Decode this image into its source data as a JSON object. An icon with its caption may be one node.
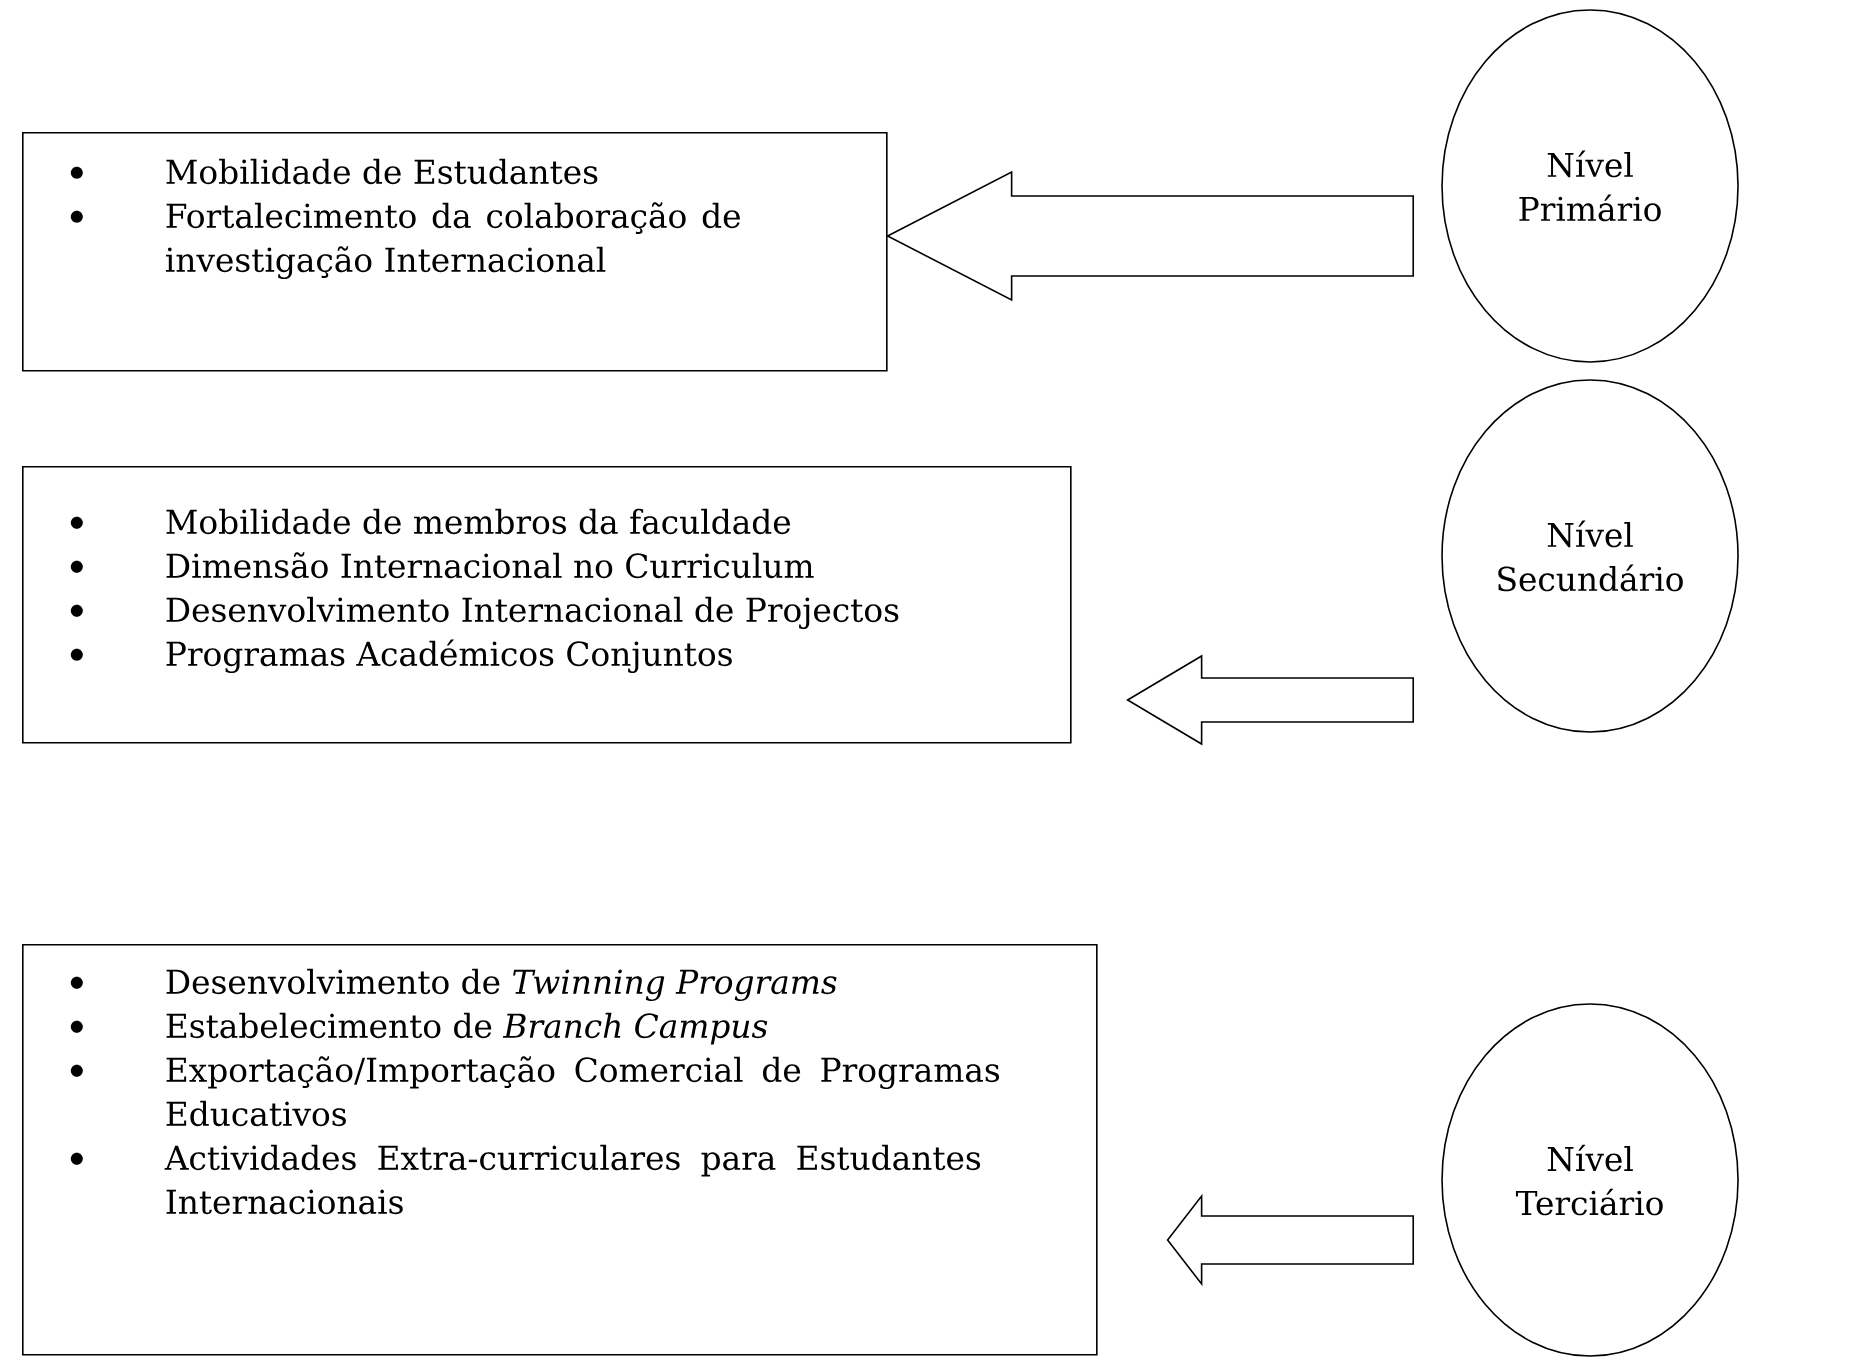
{
  "diagram": {
    "nodes": [
      {
        "text": [
          "Mobilidade de Estudantes",
          "Fortalecimento da colaboração de investigação Internacional"
        ]
      },
      {
        "text": [
          "Nível Primário"
        ]
      },
      {
        "text": [
          "Mobilidade de membros da faculdade",
          "Dimensão Internacional no Curriculum",
          "Desenvolvimento Internacional de Projectos",
          "Programas Académicos Conjuntos"
        ]
      },
      {
        "text": [
          "Nível Secundário"
        ]
      },
      {
        "text": [
          "Desenvolvimento de *Twinning Programs*",
          "Estabelecimento de *Branch Campus*",
          "Exportação/Importação Comercial de Programas Educativos",
          "Actividades Extra-curriculares para Estudantes Internacionais"
        ]
      },
      {
        "text": [
          "Nível Terciário"
        ]
      }
    ],
    "edges": [
      {
        "from": 1,
        "to": 0,
        "arrow": "to"
      },
      {
        "from": 3,
        "to": 2,
        "arrow": "to"
      },
      {
        "from": 5,
        "to": 4,
        "arrow": "to"
      }
    ]
  }
}
